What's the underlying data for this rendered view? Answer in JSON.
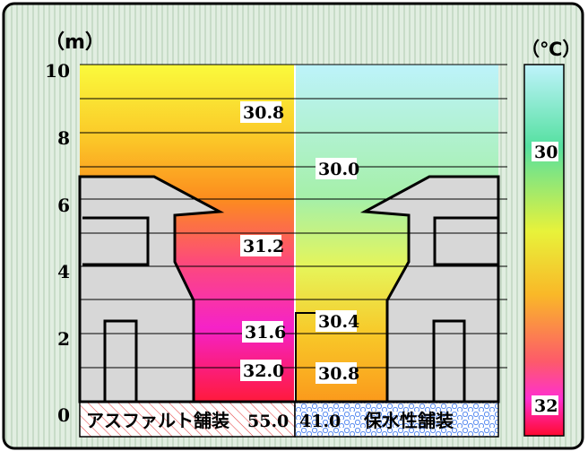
{
  "units": {
    "height": "（m）",
    "temperature": "（℃）"
  },
  "height_axis": {
    "ticks": [
      "0",
      "2",
      "4",
      "6",
      "8",
      "10"
    ]
  },
  "color_scale": {
    "labels": [
      "30",
      "32"
    ]
  },
  "ground_labels": {
    "left_name": "アスファルト舗装",
    "left_value": "55.0",
    "right_value": "41.0",
    "right_name": "保水性舗装"
  },
  "asphalt_temps": [
    "30.8",
    "31.2",
    "31.6",
    "32.0"
  ],
  "water_retentive_temps": [
    "30.0",
    "30.4",
    "30.8"
  ],
  "colors": {
    "frame_bg": "#ddeede",
    "building": "#d7d7d7",
    "scale_top": "#b9f2fb",
    "scale_mid": "#e7f03a",
    "scale_bottom": "#ff0038"
  }
}
